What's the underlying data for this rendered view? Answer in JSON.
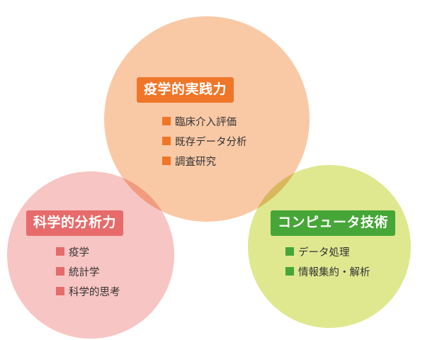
{
  "colors": {
    "practice_circle": "#f9c9a6",
    "science_circle": "#f7c5c3",
    "tech_circle": "#dfe88f",
    "practice_accent": "#ef7628",
    "science_accent": "#e76b6b",
    "tech_accent": "#46a637"
  },
  "practice": {
    "title": "疫学的実践力",
    "items": [
      "臨床介入評価",
      "既存データ分析",
      "調査研究"
    ]
  },
  "science": {
    "title": "科学的分析力",
    "items": [
      "疫学",
      "統計学",
      "科学的思考"
    ]
  },
  "tech": {
    "title": "コンピュータ技術",
    "items": [
      "データ処理",
      "情報集約・解析"
    ]
  }
}
